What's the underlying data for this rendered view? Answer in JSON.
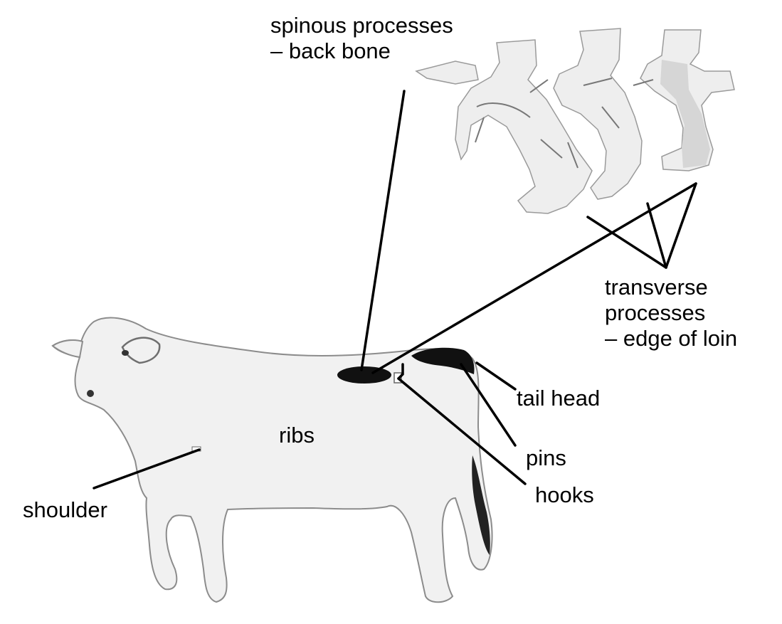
{
  "labels": {
    "spinous_line1": "spinous processes",
    "spinous_line2": "– back bone",
    "transverse_line1": "transverse",
    "transverse_line2": "processes",
    "transverse_line3": "– edge of loin",
    "tail_head": "tail head",
    "pins": "pins",
    "hooks": "hooks",
    "shoulder": "shoulder",
    "ribs": "ribs"
  },
  "colors": {
    "line": "#000000",
    "cow_fill": "#f1f1f1",
    "cow_outline": "#8c8c8c",
    "bone_fill": "#eeeeee",
    "bone_shade": "#d6d6d6",
    "highlight": "#111111"
  }
}
